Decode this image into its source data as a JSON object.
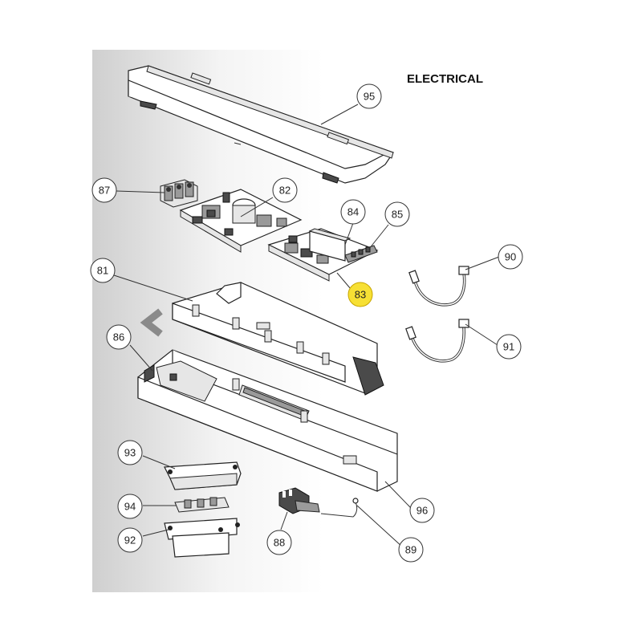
{
  "title": "ELECTRICAL",
  "highlight_color": "#f7e034",
  "nav_icon": "chevron-left-icon",
  "callouts": {
    "c81": "81",
    "c82": "82",
    "c83": "83",
    "c84": "84",
    "c85": "85",
    "c86": "86",
    "c87": "87",
    "c88": "88",
    "c89": "89",
    "c90": "90",
    "c91": "91",
    "c92": "92",
    "c93": "93",
    "c94": "94",
    "c95": "95",
    "c96": "96"
  },
  "highlighted_part": "83"
}
